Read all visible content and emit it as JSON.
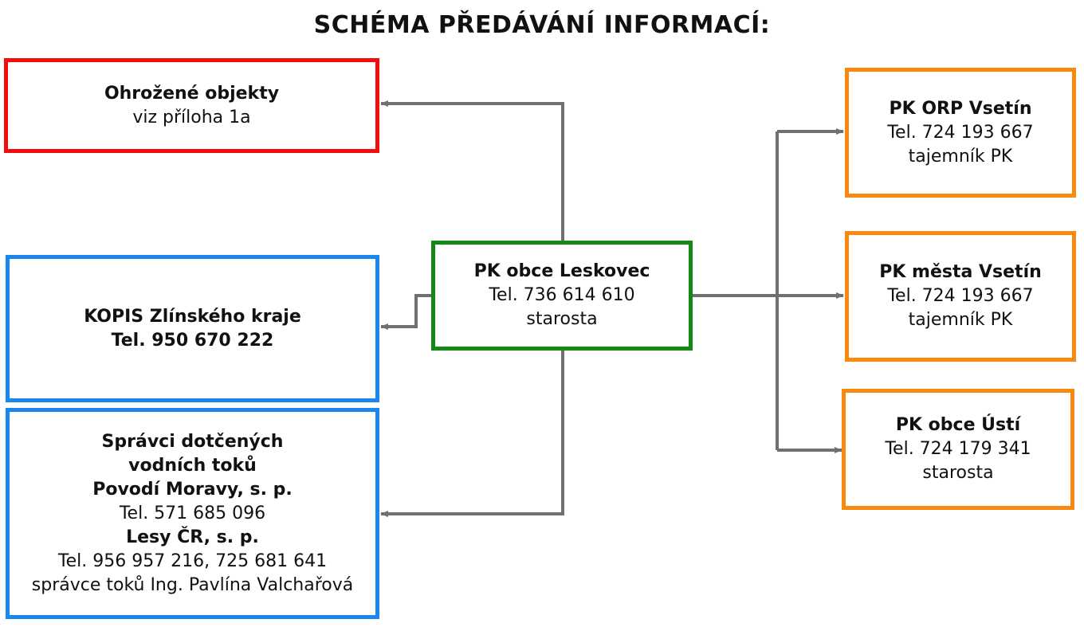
{
  "title": "SCHÉMA PŘEDÁVÁNÍ INFORMACÍ:",
  "colors": {
    "red": "#f20d0d",
    "blue": "#1a86f0",
    "green": "#138a13",
    "orange": "#f7890f",
    "arrow": "#707070"
  },
  "nodes": {
    "ohrozene": {
      "name": "Ohrožené objekty",
      "note": "viz příloha 1a"
    },
    "kopis": {
      "name": "KOPIS Zlínského kraje",
      "phone": "Tel. 950 670 222"
    },
    "spravci": {
      "heading_line1": "Správci dotčených",
      "heading_line2": "vodních toků",
      "org1": "Povodí Moravy, s. p.",
      "org1_phone": "Tel. 571 685 096",
      "org2": "Lesy ČR, s. p.",
      "org2_phone": "Tel. 956 957 216, 725 681 641",
      "org2_contact": "správce toků Ing. Pavlína Valchařová"
    },
    "leskovec": {
      "name": "PK obce Leskovec",
      "phone": "Tel. 736 614 610",
      "role": "starosta"
    },
    "orp": {
      "name": "PK ORP Vsetín",
      "phone": "Tel. 724 193 667",
      "role": "tajemník PK"
    },
    "mesto": {
      "name": "PK města Vsetín",
      "phone": "Tel. 724 193 667",
      "role": "tajemník PK"
    },
    "usti": {
      "name": "PK obce Ústí",
      "phone": "Tel. 724 179 341",
      "role": "starosta"
    }
  }
}
